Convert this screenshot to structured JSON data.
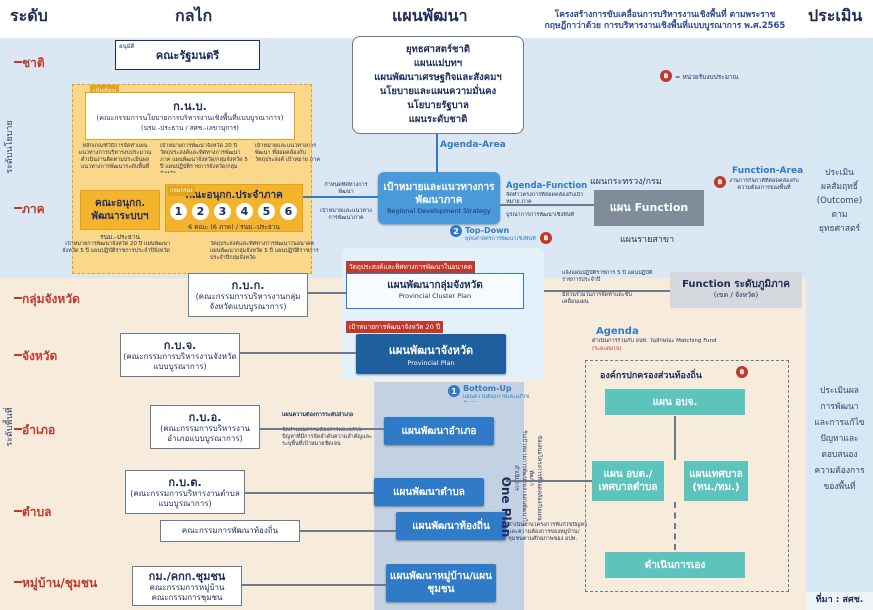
{
  "headers": {
    "level": "ระดับ",
    "mechanism": "กลไก",
    "plan": "แผนพัฒนา",
    "structure": "โครงสร้างการขับเคลื่อนการบริหารงานเชิงพื้นที่ ตามพระราชกฤษฎีกาว่าด้วย การบริหารงานเชิงพื้นที่แบบบูรณาการ พ.ศ.2565",
    "evaluation": "ประเมิน"
  },
  "side_labels": {
    "policy": "ระดับนโยบาย",
    "area": "ระดับพื้นที่"
  },
  "levels": [
    "ชาติ",
    "ภาค",
    "กลุ่มจังหวัด",
    "จังหวัด",
    "อำเภอ",
    "ตำบล",
    "หมู่บ้าน/ชุมชน"
  ],
  "mech": {
    "approve": "อนุมัติ",
    "cabinet": "คณะรัฐมนตรี",
    "focus": "เน้นย้อม",
    "knb": "ก.น.บ.",
    "knb_sub": "(คณะกรรมการนโยบายการบริหารงานเชิงพื้นที่แบบบูรณาการ)",
    "knb_chair": "(นรม.-ประธาน / สศช.-เลขานุการ)",
    "knb_note_left": "หลักเกณฑ์วิธีการจัดทำแผน แนวทางการบริหารงบประมาณ ดำเนินงานติดตามประเมินผล แนวทางการพัฒนาระดับพื้นที่",
    "knb_note_mid": "เป้าหมายการพัฒนาจังหวัด 20 ปี วัตถุประสงค์และทิศทางการพัฒนาภาค แผนพัฒนาจังหวัด/กลุ่มจังหวัด 5 ปี แผนปฏิบัติราชการจังหวัด/กลุ่มจังหวัด",
    "knb_note_right": "เป้าหมายและแนวทางการพัฒนา ที่สอดคล้องกับวัตถุประสงค์ เป้าหมาย ภาค",
    "subgroup": "กลุ่มกรอง",
    "sub1": "คณะอนุกก. พัฒนาระบบฯ",
    "sub1_chair": "รนม.-ประธาน",
    "sub2": "คณะอนุกก.ประจำภาค",
    "regions": [
      "1",
      "2",
      "3",
      "4",
      "5",
      "6"
    ],
    "sub2_note": "6 คณะ (6 ภาค) / รนม.-ประธาน",
    "below_sub_left": "เป้าหมายการพัฒนาจังหวัด 20 ปี แผนพัฒนาจังหวัด 5 ปี แผนปฏิบัติราชการประจำปีจังหวัด",
    "below_sub_right": "วัตถุประสงค์และทิศทางการพัฒนาในอนาคต แผนพัฒนากลุ่มจังหวัด 5 ปี แผนปฏิบัติราชการประจำปีกลุ่มจังหวัด",
    "kbk": "ก.บ.ก.",
    "kbk_sub": "(คณะกรรมการบริหารงานกลุ่มจังหวัดแบบบูรณาการ)",
    "kbj": "ก.บ.จ.",
    "kbj_sub": "(คณะกรรมการบริหารงานจังหวัดแบบบูรณาการ)",
    "kba": "ก.บ.อ.",
    "kba_sub": "(คณะกรรมการบริหารงานอำเภอแบบบูรณาการ)",
    "kbt": "ก.บ.ต.",
    "kbt_sub": "(คณะกรรมการบริหารงานตำบลแบบบูรณาการ)",
    "local_comm": "คณะกรรมการพัฒนาท้องถิ่น",
    "village": "กม./คกก.ชุมชน",
    "village_sub1": "คณะกรรมการหมู่บ้าน",
    "village_sub2": "คณะกรรมการชุมชน"
  },
  "plan": {
    "national": [
      "ยุทธศาสตร์ชาติ",
      "แผนแม่บทฯ",
      "แผนพัฒนาเศรษฐกิจและสังคมฯ",
      "นโยบายและแผนความมั่นคง",
      "นโยบายรัฐบาล",
      "แผนระดับชาติ"
    ],
    "agenda_area": "Agenda-Area",
    "regional_strategy": "เป้าหมายและแนวทางการพัฒนาภาค",
    "regional_strategy_en": "Regional Development Strategy",
    "agenda_function": "Agenda-Function",
    "agenda_function_note": "จัดทำโครงการที่สอดคล้องกับเป้าหมาย ภาค",
    "integrate_note": "บูรณาการการพัฒนาเชิงพื้นที่",
    "set_note": "กำหนดทิศทางการพัฒนา",
    "target_note": "เป้าหมายและแนวทางการพัฒนาภาค",
    "top_down": "Top-Down",
    "top_down_note": "ยุทธศาสตร์การพัฒนาเชิงพื้นที่",
    "cluster_tag": "วัตถุประสงค์และทิศทางการพัฒนาในอนาคต",
    "cluster_plan": "แผนพัฒนากลุ่มจังหวัด",
    "cluster_plan_en": "Provincial Cluster Plan",
    "prov_tag": "เป้าหมายการพัฒนาจังหวัด 20 ปี",
    "prov_plan": "แผนพัฒนาจังหวัด",
    "prov_plan_en": "Provincial Plan",
    "bottom_up": "Bottom-Up",
    "bottom_up_note": "แผนความต้องการและแก้ไขปัญหา",
    "district_need": "แผนความต้องการระดับอำเภอ",
    "district_note": "จัดทำแผนความต้องการและแก้ไขปัญหาที่มีการจัดลำดับความสำคัญและระบุพื้นที่เป้าหมายชัดเจน",
    "district_plan": "แผนพัฒนาอำเภอ",
    "tambon_plan": "แผนพัฒนาตำบล",
    "local_plan": "แผนพัฒนาท้องถิ่น",
    "village_plan": "แผนพัฒนาหมู่บ้าน/แผนชุมชน",
    "one_plan": "One Plan",
    "vertical_note1": "รับเป้าหมายการพัฒนาและแผนพัฒนาไปดำเนินการ",
    "vertical_note2": "ข้อเสนอโครงการที่สอดคล้องกับแผนพัฒนา",
    "ministry": "แผนกระทรวง/กรม",
    "function_plan": "แผน Function",
    "sector_plan": "แผนรายสาขา",
    "function_area": "Function-Area",
    "function_area_note": "งานการกิจภาคีที่สอดคล้องกับความต้องการของพื้นที่",
    "budget_legend": "= หน่วยรับงบประมาณ",
    "function_region": "Function ระดับภูมิภาค",
    "function_region_sub": "(เขต / จังหวัด)",
    "fr_note1": "แจ้งแผนปฏิบัติราชการ 5 ปี แผนปฏิบัติราชการประจำปี",
    "fr_note2": "มีส่วนร่วมในการจัดทำและขับเคลื่อนแผน",
    "agenda": "Agenda",
    "agenda_note": "ดำเนินการร่วมกับ อปท. ในลักษณะ Matching Fund",
    "agenda_note2": "(ระยะต่อไป)",
    "lao": "องค์กรปกครองส่วนท้องถิ่น",
    "lao_pao": "แผน อบจ.",
    "lao_tao": "แผน อบต./เทศบาลตำบล",
    "lao_muni": "แผนเทศบาล (ทน./ทม.)",
    "self": "ดำเนินการเอง",
    "exec_note": "ดำเนินงานโครงการที่แก้ไขปัญหาและความต้องการของหมู่บ้าน/ชุมชนตามศักยภาพของ อปท."
  },
  "eval": {
    "outcome": [
      "ประเมิน",
      "ผลสัมฤทธิ์",
      "(Outcome)",
      "ตาม",
      "ยุทธศาสตร์"
    ],
    "area": [
      "ประเมินผล",
      "การพัฒนา",
      "และการแก้ไข",
      "ปัญหาและ",
      "ตอบสนอง",
      "ความต้องการ",
      "ของพื้นที่"
    ],
    "source": "ที่มา : สศช."
  },
  "colors": {
    "band_policy": "#dbe8f4",
    "band_area": "#f6ead9",
    "yellow": "#fbd78a",
    "blue": "#2f7bc7",
    "teal": "#5cc4bd",
    "red": "#c0392b"
  }
}
